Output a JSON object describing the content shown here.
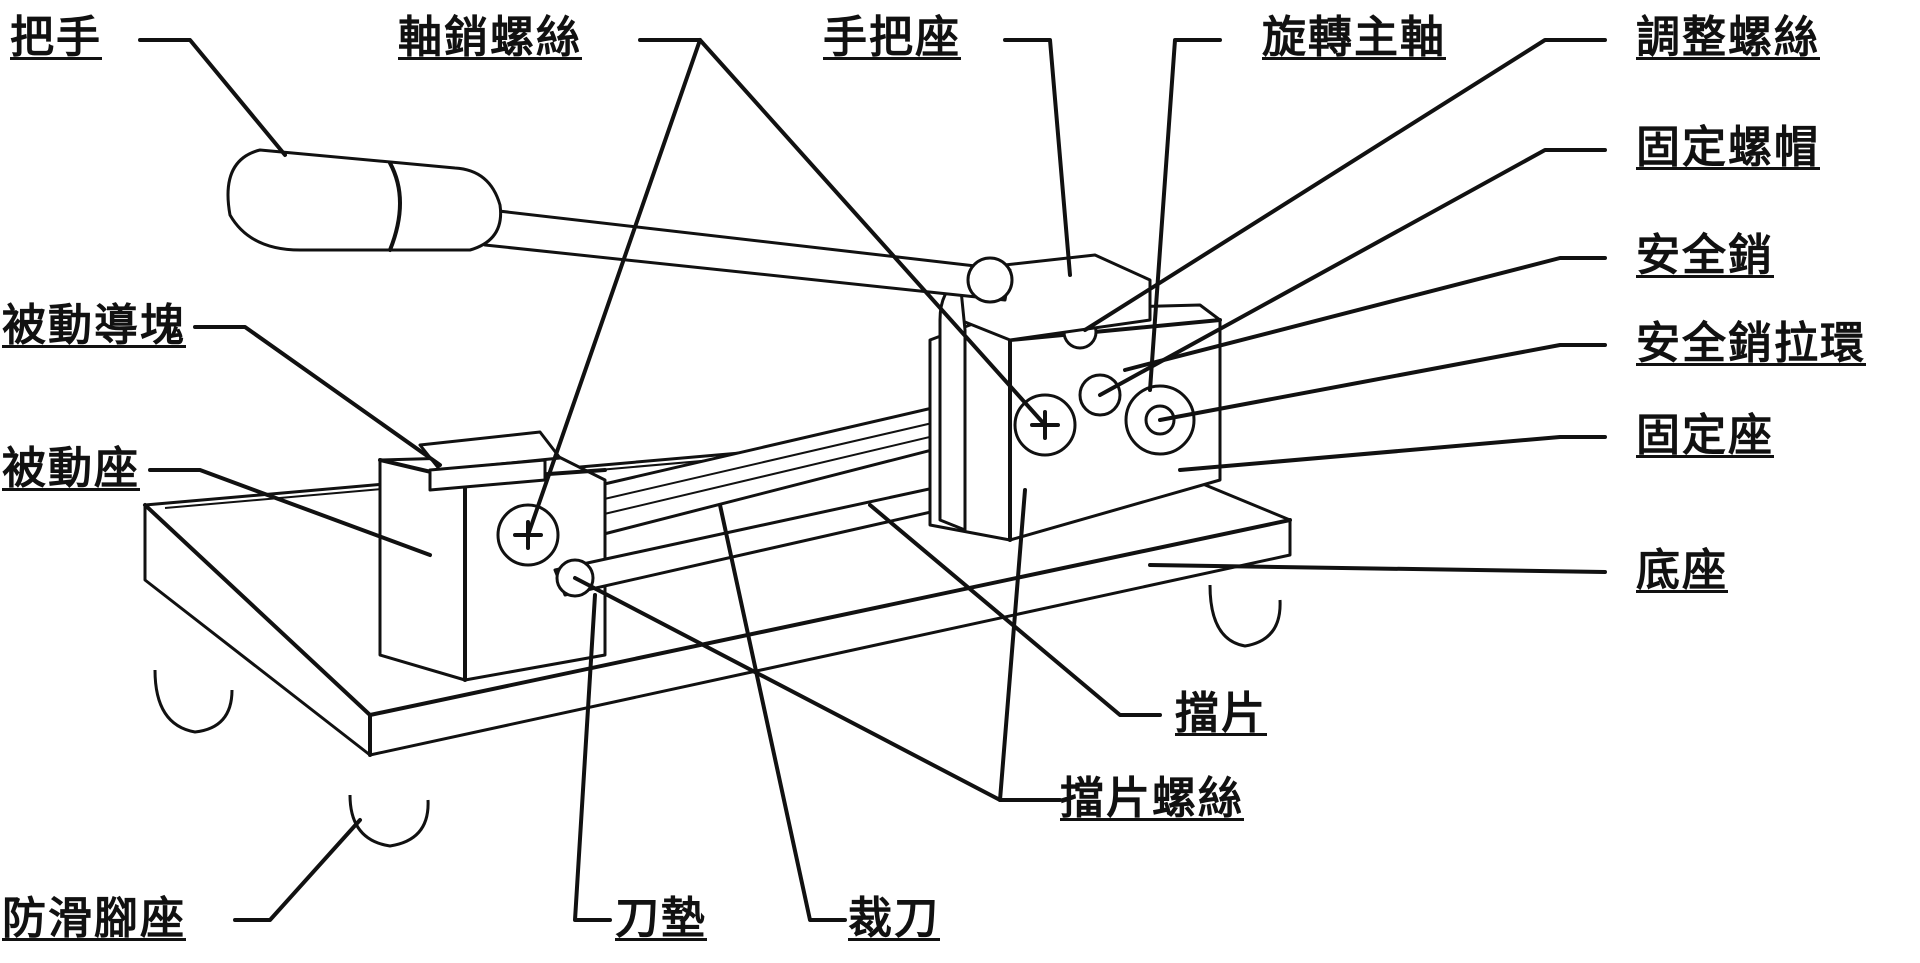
{
  "diagram": {
    "labels": {
      "handle": "把手",
      "pivot_pin_screw": "軸銷螺絲",
      "handle_seat": "手把座",
      "rotating_spindle": "旋轉主軸",
      "adjusting_screw": "調整螺絲",
      "fixing_nut": "固定螺帽",
      "safety_pin": "安全銷",
      "safety_pin_pull_ring": "安全銷拉環",
      "fixed_seat": "固定座",
      "base": "底座",
      "driven_guide_block": "被動導塊",
      "driven_seat": "被動座",
      "baffle": "擋片",
      "baffle_screw": "擋片螺絲",
      "anti_slip_foot": "防滑腳座",
      "blade_pad": "刀墊",
      "cutting_blade": "裁刀"
    }
  }
}
